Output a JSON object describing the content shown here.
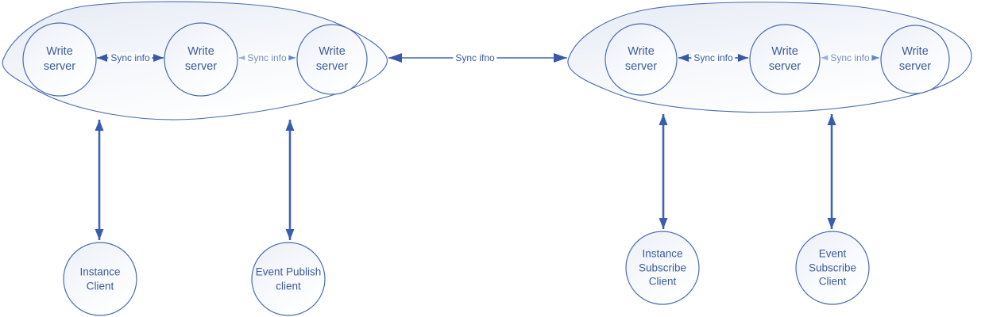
{
  "diagram": {
    "left_cluster": {
      "nodes": [
        {
          "label": "Write server"
        },
        {
          "label": "Write server"
        },
        {
          "label": "Write server"
        }
      ],
      "links": [
        {
          "label": "Sync info"
        },
        {
          "label": "Sync info"
        }
      ]
    },
    "right_cluster": {
      "nodes": [
        {
          "label": "Write server"
        },
        {
          "label": "Write server"
        },
        {
          "label": "Write server"
        }
      ],
      "links": [
        {
          "label": "Sync info"
        },
        {
          "label": "Sync info"
        }
      ]
    },
    "cross_link": {
      "label": "Sync ifno"
    },
    "clients": [
      {
        "label": "Instance Client"
      },
      {
        "label": "Event Publish client"
      },
      {
        "label": "Instance Subscribe Client"
      },
      {
        "label": "Event Subscribe Client"
      }
    ],
    "colors": {
      "arrow": "#3E63B8",
      "arrow_head": "#3A57A8",
      "arrow_pale": "#9AAEDA",
      "arrow_pale_head": "#6686CA",
      "shape_stroke": "#4A6BAD",
      "node_text": "#3E5C99",
      "link_text": "#3A5AA0",
      "link_text_pale": "#7B8FBC",
      "shape_fill_top": "#E5EAF4",
      "shape_fill_bottom": "#FFFFFF"
    }
  }
}
